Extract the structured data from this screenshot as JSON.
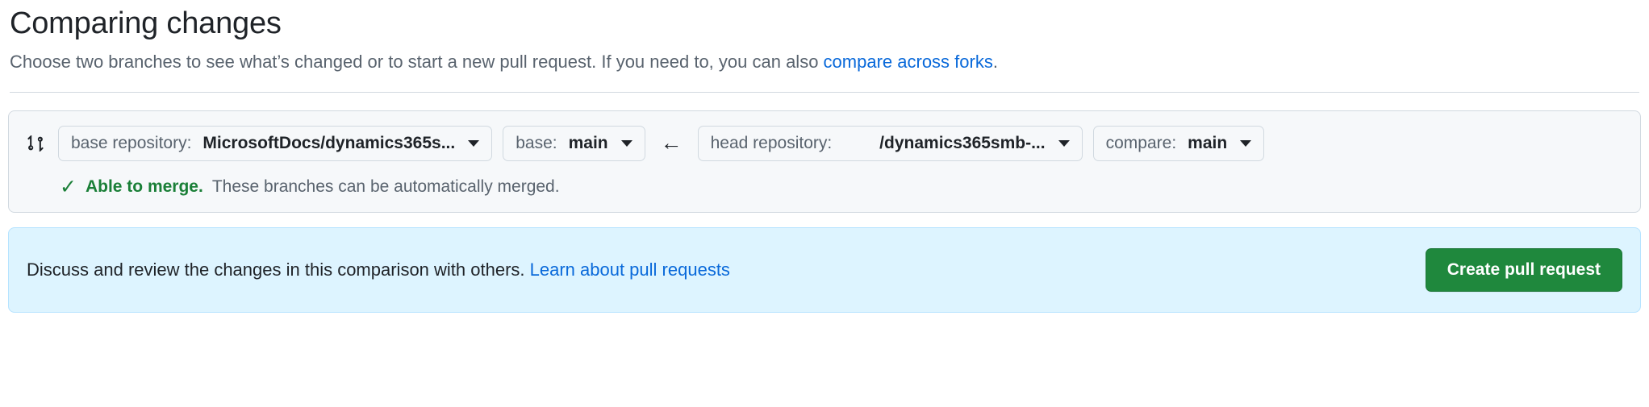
{
  "header": {
    "title": "Comparing changes",
    "subtitle_before_link": "Choose two branches to see what’s changed or to start a new pull request. If you need to, you can also ",
    "subtitle_link": "compare across forks",
    "subtitle_after_link": "."
  },
  "compare": {
    "branch_compare_icon": "git-compare-icon",
    "base_repository": {
      "label": "base repository:",
      "value": "MicrosoftDocs/dynamics365s...",
      "caret_icon": "chevron-down-icon"
    },
    "base_branch": {
      "label": "base:",
      "value": "main",
      "caret_icon": "chevron-down-icon"
    },
    "direction_arrow": "←",
    "head_repository": {
      "label": "head repository:",
      "value": "/dynamics365smb-...",
      "caret_icon": "chevron-down-icon"
    },
    "compare_branch": {
      "label": "compare:",
      "value": "main",
      "caret_icon": "chevron-down-icon"
    },
    "merge_status": {
      "icon": "check-icon",
      "strong": "Able to merge.",
      "rest": "These branches can be automatically merged."
    }
  },
  "banner": {
    "text_before_link": "Discuss and review the changes in this comparison with others. ",
    "link": "Learn about pull requests",
    "create_pr_button": "Create pull request"
  },
  "colors": {
    "link": "#0969da",
    "success": "#1a7f37",
    "button_green": "#1f883d",
    "banner_bg": "#ddf4ff",
    "banner_border": "#b6e3ff",
    "box_bg": "#f6f8fa",
    "box_border": "#d1d9e0",
    "muted_text": "#59636e"
  }
}
